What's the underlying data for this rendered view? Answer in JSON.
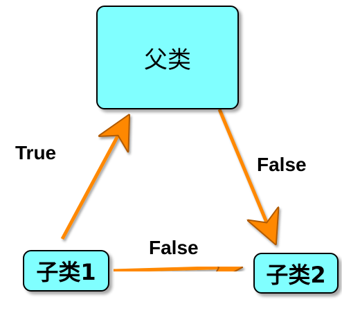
{
  "nodes": {
    "parent": "父类",
    "child1": "子类1",
    "child2": "子类2"
  },
  "edges": {
    "child1_to_parent": "True",
    "parent_to_child2": "False",
    "child1_to_child2": "False"
  },
  "colors": {
    "box_fill": "#80ffff",
    "arrow": "#ff8800"
  }
}
